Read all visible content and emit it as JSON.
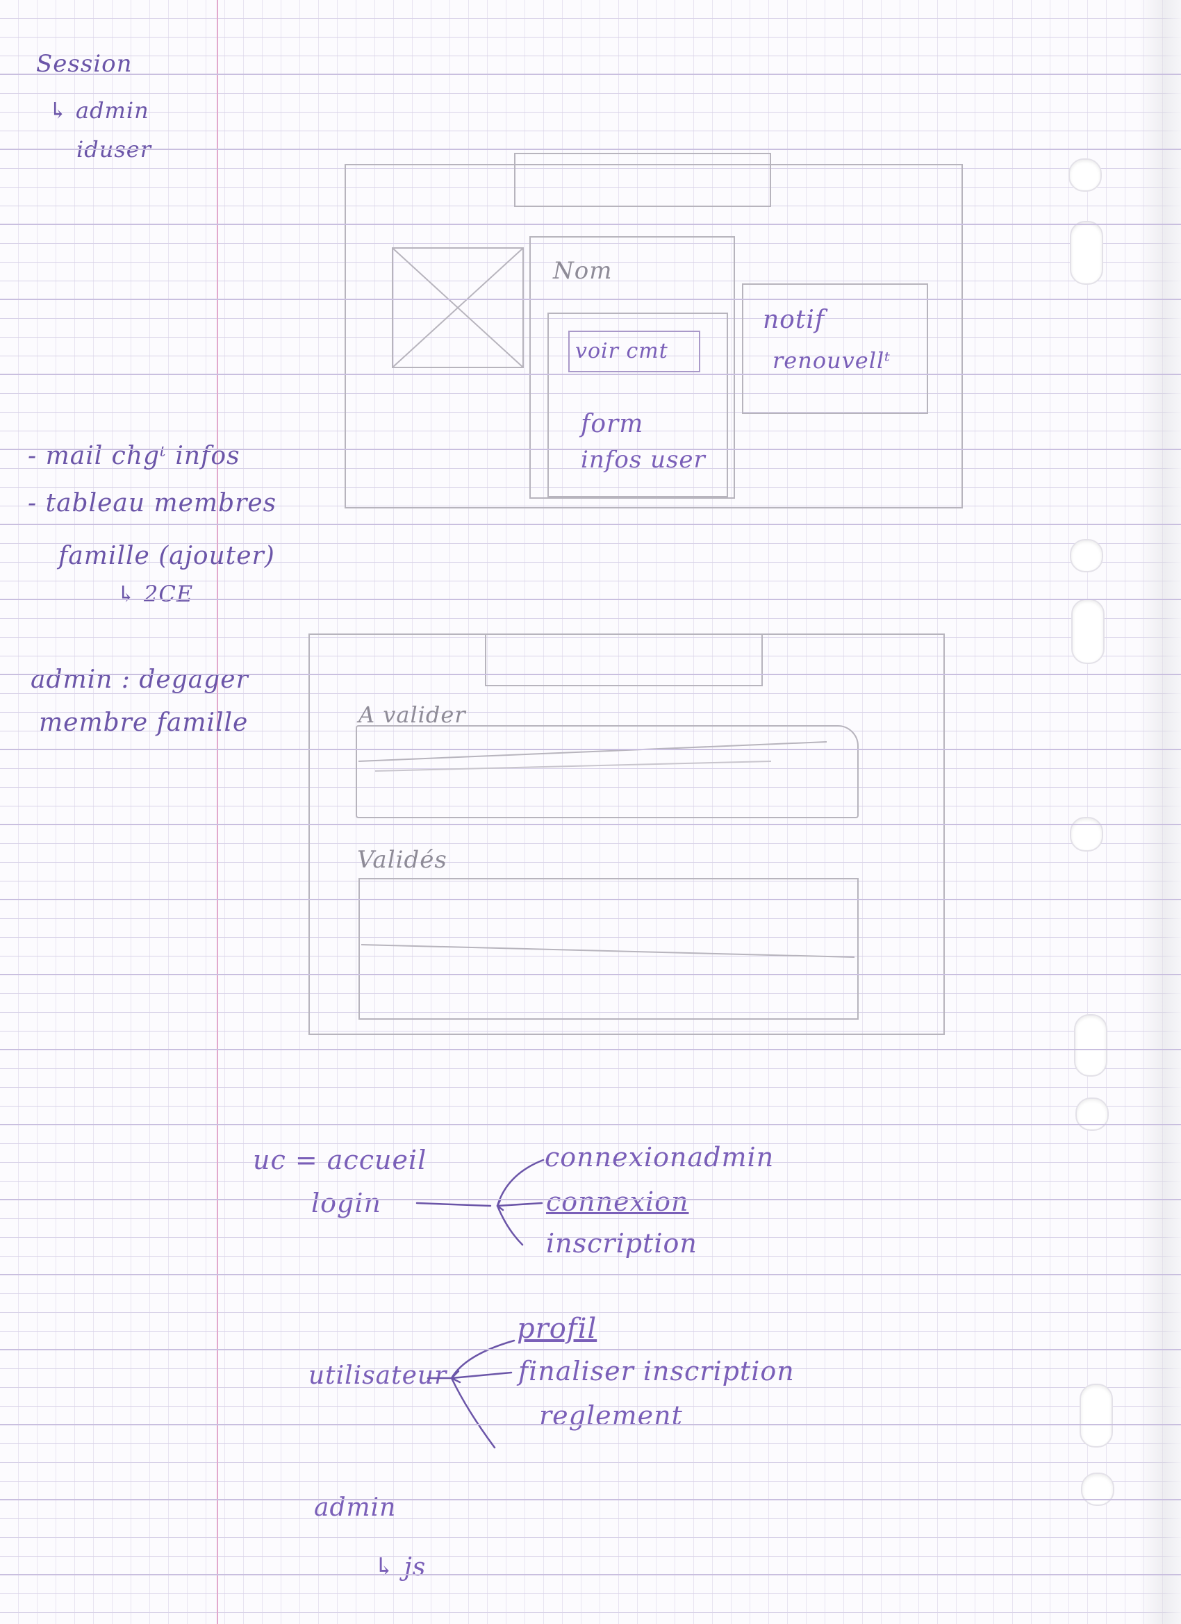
{
  "margin_notes": {
    "session": "Session",
    "session_admin": "↳ admin",
    "session_iduser": "iduser",
    "mail_change": "- mail chgᵗ infos",
    "tableau": "- tableau membres",
    "famille": "famille (ajouter)",
    "famille_sub": "↳ 2CE",
    "admin_degager": "admin : degager",
    "membre_famille": "membre famille"
  },
  "wireframe_profile": {
    "nom": "Nom",
    "voir_compte": "voir cmt",
    "form_1": "form",
    "form_2": "infos user",
    "notif_1": "notif",
    "notif_2": "renouvellᵗ"
  },
  "wireframe_admin": {
    "a_valider": "A valider",
    "valides": "Validés"
  },
  "flow_accueil": {
    "uc_1": "uc = accueil",
    "uc_2": "login",
    "options": [
      "connexionadmin",
      "connexion",
      "inscription"
    ]
  },
  "flow_utilisateur": {
    "uc": "utilisateur",
    "options": [
      "profil",
      "finaliser inscription",
      "reglement"
    ]
  },
  "flow_admin": {
    "uc": "admin",
    "sub": "↳ js"
  }
}
